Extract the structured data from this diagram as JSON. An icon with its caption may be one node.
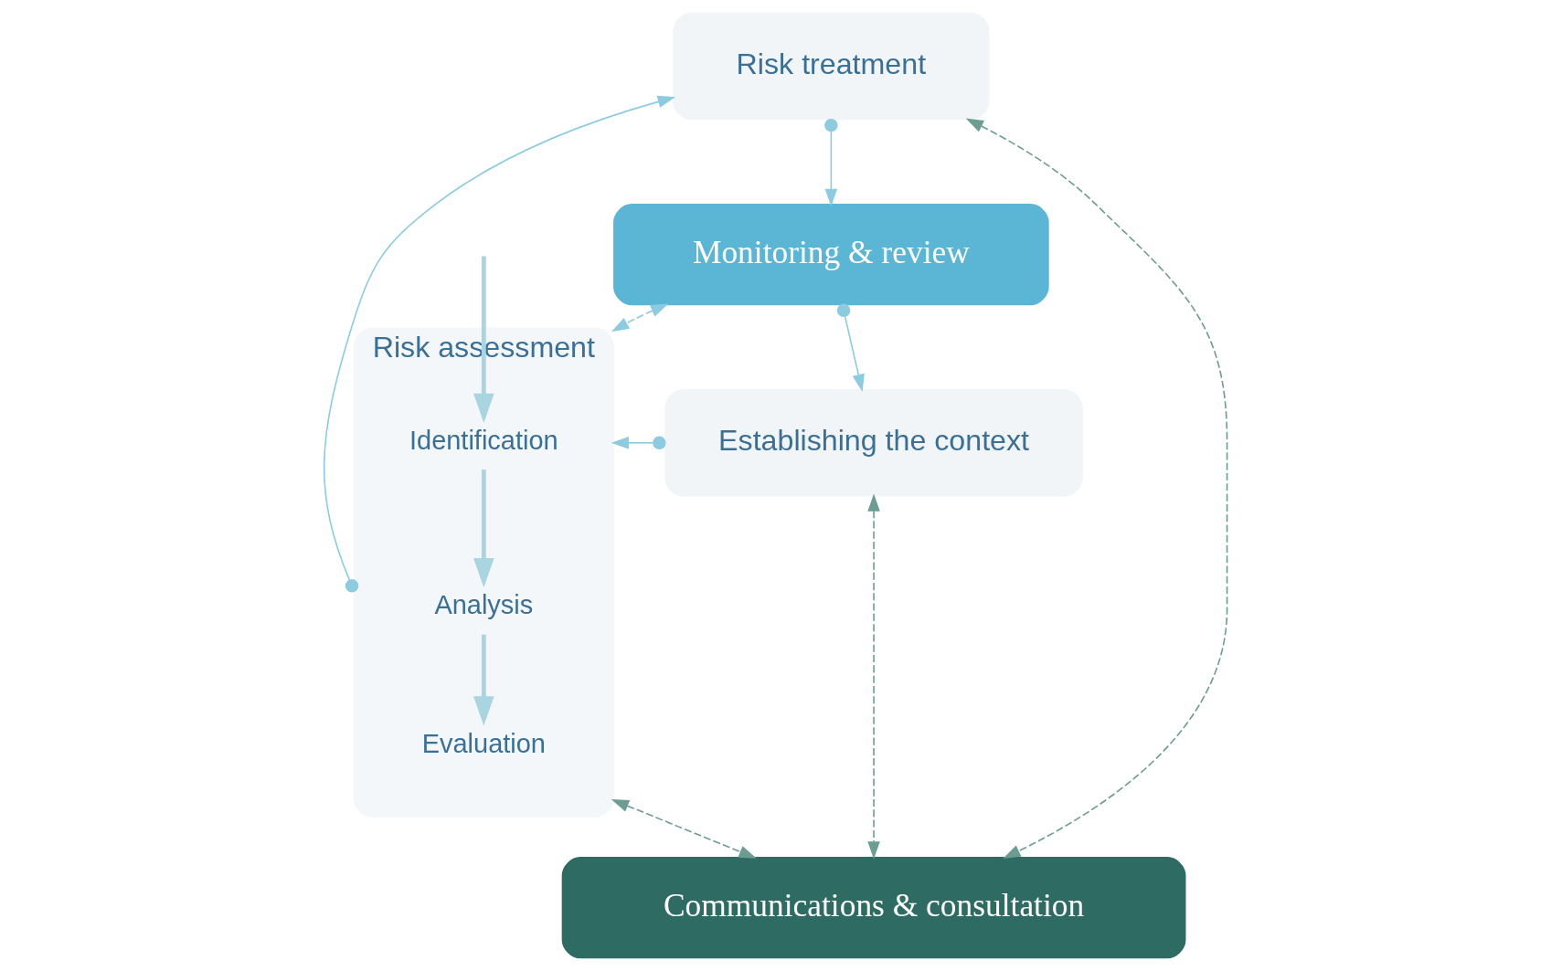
{
  "diagram": {
    "nodes": [
      {
        "text": [
          "Monitoring & review"
        ]
      },
      {
        "text": [
          "Establishing the context"
        ]
      },
      {
        "text": [
          "Risk assessment"
        ]
      },
      {
        "text": [
          "Identification"
        ],
        "in": 2
      },
      {
        "text": [
          "Analysis"
        ],
        "in": 2
      },
      {
        "text": [
          "Evaluation"
        ],
        "in": 2
      },
      {
        "text": [
          "Risk treatment"
        ]
      },
      {
        "text": [
          "Communications & consultation"
        ]
      }
    ],
    "edges": [
      {
        "from": 0,
        "to": 1,
        "arrow": "to"
      },
      {
        "from": 6,
        "to": 0,
        "arrow": "to"
      },
      {
        "from": 0,
        "to": 2,
        "arrow": "both",
        "style": "dashed"
      },
      {
        "from": 1,
        "to": 2,
        "arrow": "to"
      },
      {
        "from": 2,
        "to": 6,
        "arrow": "to"
      },
      {
        "from": null,
        "to": 3,
        "arrow": "to",
        "color": "#a8d5df",
        "style": "thick"
      },
      {
        "from": 3,
        "to": 4,
        "arrow": "to",
        "color": "#a8d5df",
        "style": "thick"
      },
      {
        "from": 4,
        "to": 5,
        "arrow": "to",
        "color": "#a8d5df",
        "style": "thick"
      },
      {
        "from": 1,
        "to": 7,
        "arrow": "both",
        "style": "dashed",
        "color": "#6d9c93"
      },
      {
        "from": 2,
        "to": 7,
        "arrow": "both",
        "style": "dashed",
        "color": "#6d9c93"
      },
      {
        "from": 6,
        "to": 7,
        "arrow": "both",
        "style": "dashed",
        "color": "#6d9c93"
      }
    ]
  }
}
